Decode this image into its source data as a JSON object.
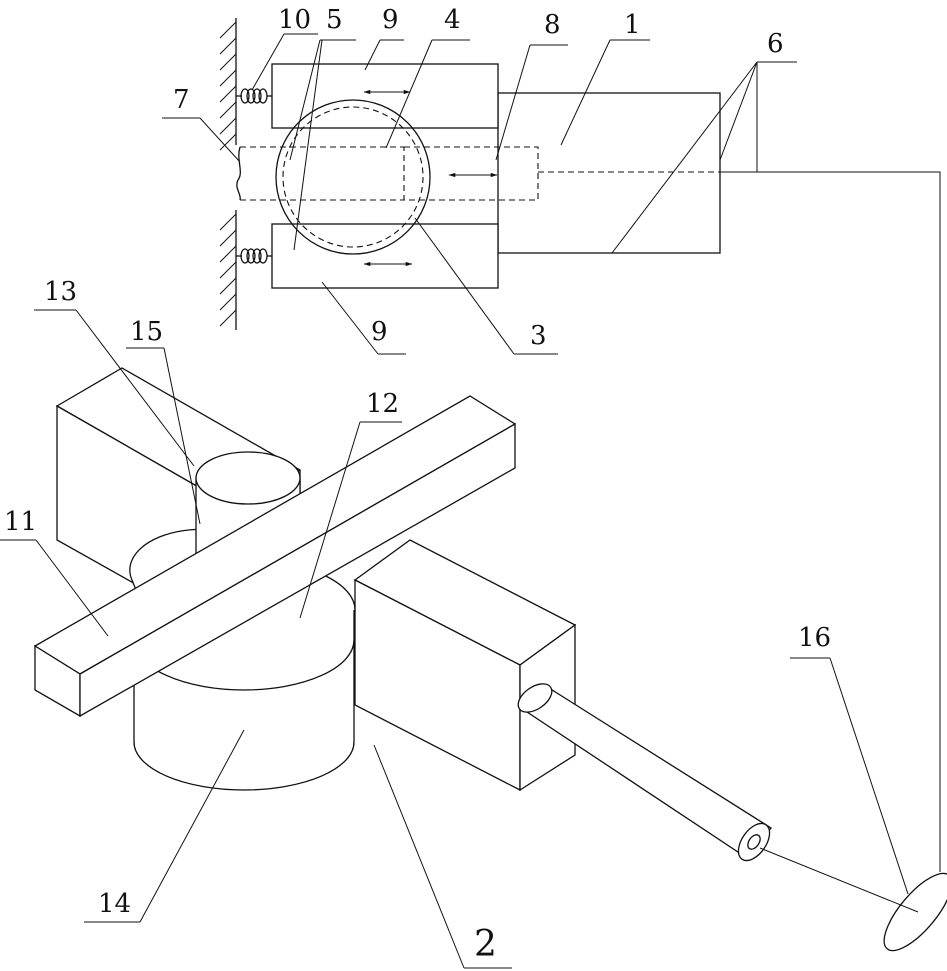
{
  "labels": {
    "l1": "1",
    "l2": "2",
    "l3": "3",
    "l4": "4",
    "l5": "5",
    "l6": "6",
    "l7": "7",
    "l8": "8",
    "l9a": "9",
    "l9b": "9",
    "l10": "10",
    "l11": "11",
    "l12": "12",
    "l13": "13",
    "l14": "14",
    "l15": "15",
    "l16": "16"
  }
}
